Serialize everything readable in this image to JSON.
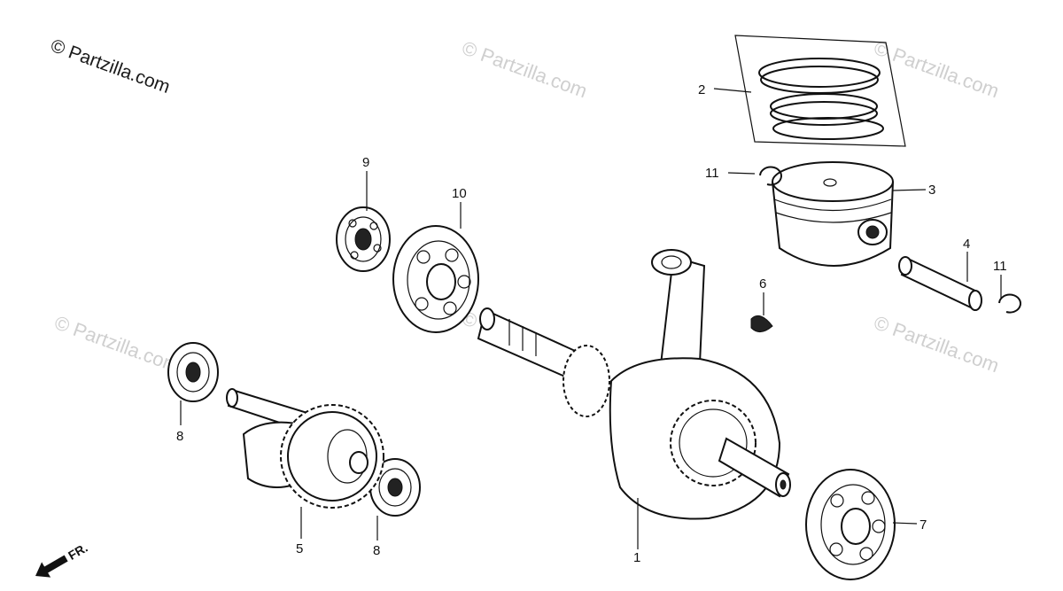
{
  "copyright": "© Partzilla.com",
  "watermark": "© Partzilla.com",
  "direction": "FR.",
  "callouts": {
    "c1": "1",
    "c2": "2",
    "c3": "3",
    "c4": "4",
    "c5": "5",
    "c6": "6",
    "c7": "7",
    "c8a": "8",
    "c8b": "8",
    "c9": "9",
    "c10": "10",
    "c11a": "11",
    "c11b": "11"
  }
}
